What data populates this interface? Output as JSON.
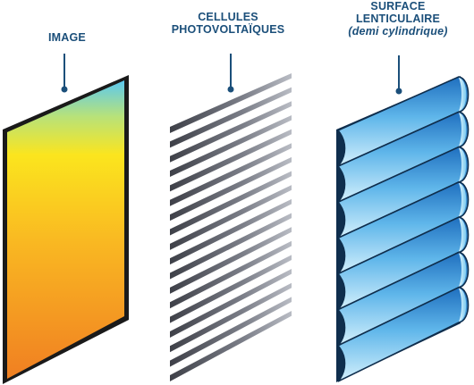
{
  "labels": {
    "image": "IMAGE",
    "cells_line1": "CELLULES",
    "cells_line2": "PHOTOVOLTAÏQUES",
    "lens_line1": "SURFACE",
    "lens_line2": "LENTICULAIRE",
    "lens_line3": "(demi cylindrique)"
  },
  "colors": {
    "label_text": "#1b4f7a",
    "arrow": "#1b4f7a",
    "image_top": "#5bc8f0",
    "image_mid": "#fbe51e",
    "image_bottom": "#f07f22",
    "cells_stripe": "#4e5058",
    "lens_light": "#c9ecfb",
    "lens_dark": "#1f6fbf"
  }
}
